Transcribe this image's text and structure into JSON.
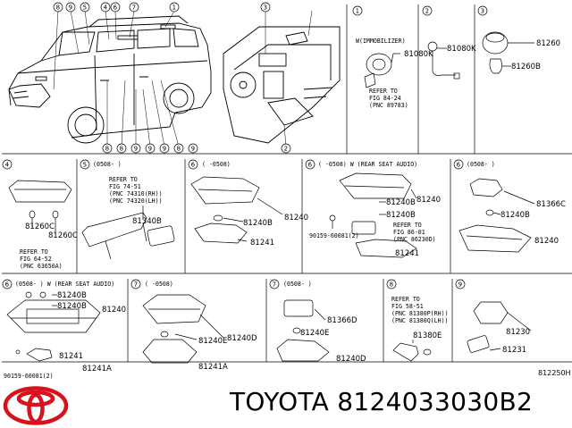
{
  "top": {
    "callouts_car": [
      "8",
      "9",
      "5",
      "4",
      "6",
      "7",
      "1",
      "3"
    ],
    "callouts_bottom": [
      "8",
      "8",
      "9",
      "9",
      "9",
      "8",
      "9"
    ],
    "callouts_dash": [
      "2"
    ]
  },
  "panels": {
    "p1": {
      "num": "1",
      "note": "W(IMMOBILIZER)",
      "part": "81080K",
      "refer": [
        "REFER TO",
        "FIG 84-24",
        "(PNC 89783)"
      ]
    },
    "p2": {
      "num": "2",
      "part": "81080K"
    },
    "p3": {
      "num": "3",
      "parts": [
        "81260",
        "81260B"
      ]
    },
    "p4": {
      "num": "4",
      "parts": [
        "81260C",
        "81260C"
      ],
      "refer": [
        "REFER TO",
        "FIG 64-52",
        "(PNC 63650A)"
      ]
    },
    "p5": {
      "num": "5",
      "note": "(0508-    )",
      "parts": [
        "81340B"
      ],
      "refer": [
        "REFER TO",
        "FIG 74-51",
        "(PNC 74310(RH))",
        "(PNC 74320(LH))"
      ]
    },
    "p6a": {
      "num": "6",
      "note": "(    -0508)",
      "parts": [
        "81240",
        "81240B",
        "81241"
      ]
    },
    "p6b": {
      "num": "6",
      "note": "(    -0508) W (REAR SEAT AUDIO)",
      "parts": [
        "81240",
        "81240B",
        "81240B",
        "81241"
      ],
      "bolt": "90159-60081(2)",
      "refer": [
        "REFER TO",
        "FIG 86-01",
        "(PNC 86230D)"
      ]
    },
    "p6c": {
      "num": "6",
      "note": "(0508-    )",
      "parts": [
        "81366C",
        "81240B",
        "81240"
      ]
    },
    "p6d": {
      "num": "6",
      "note": "(0508-    ) W (REAR SEAT AUDIO)",
      "parts": [
        "81240B",
        "81240B",
        "81240",
        "81241",
        "81241A"
      ],
      "bolt": "90159-60081(2)"
    },
    "p7a": {
      "num": "7",
      "note": "(    -0508)",
      "parts": [
        "81240E",
        "81240D",
        "81241A"
      ]
    },
    "p7b": {
      "num": "7",
      "note": "(0508-    )",
      "parts": [
        "81366D",
        "81240E",
        "81240D"
      ]
    },
    "p8": {
      "num": "8",
      "parts": [
        "81380E"
      ],
      "refer": [
        "REFER TO",
        "FIG 58-51",
        "(PNC 81380P(RH))",
        "(PNC 81380Q(LH))"
      ]
    },
    "p9": {
      "num": "9",
      "parts": [
        "81230",
        "81231"
      ]
    }
  },
  "drawing_code": "812250H",
  "title": "TOYOTA 8124033030B2"
}
